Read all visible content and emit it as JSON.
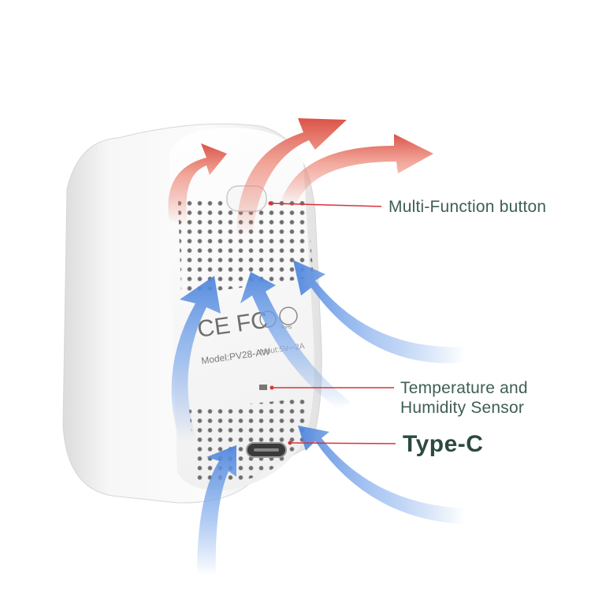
{
  "labels": {
    "multi_function_button": "Multi-Function button",
    "temp_line1": "Temperature and",
    "temp_line2": "Humidity Sensor",
    "type_c": "Type-C"
  },
  "device_markings": {
    "certifications": "CE FC",
    "model": "Model:PV28-AW",
    "input": "Input:5V⎓2A",
    "rohs": "RoHS"
  },
  "colors": {
    "background": "#ffffff",
    "label_text": "#3f5f52",
    "callout_line": "#d8323a",
    "warm_arrow": "#e8705f",
    "cool_arrow": "#5b8fe0",
    "device_body": "#f0f0f0"
  }
}
